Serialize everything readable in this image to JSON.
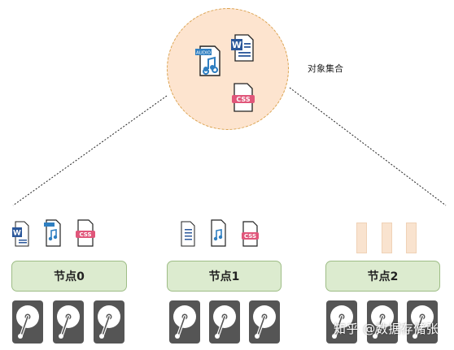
{
  "collection": {
    "label": "对象集合"
  },
  "nodes": [
    {
      "label": "节点0"
    },
    {
      "label": "节点1"
    },
    {
      "label": "节点2"
    }
  ],
  "icons": {
    "audio_tag": "AUDIO",
    "word_letter": "W",
    "css_tag": "CSS"
  },
  "watermark": "知乎 @数据存储张",
  "colors": {
    "circle_fill": "#fde4cf",
    "circle_border": "#d9a04a",
    "node_fill": "#dcebcf",
    "node_border": "#9ebd86",
    "disk_body": "#555555",
    "word_blue": "#2b579a",
    "css_pink": "#e0567a",
    "audio_blue": "#2f7fc1"
  }
}
